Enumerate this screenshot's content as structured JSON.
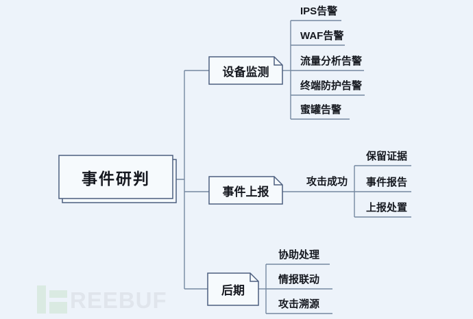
{
  "colors": {
    "background": "#edf3fa",
    "node_fill": "#f6fafd",
    "node_border": "#4c5e7e",
    "line": "#7488a0",
    "text": "#15181f",
    "watermark_green": "#d9eae0",
    "watermark_gray": "#dfe4eb"
  },
  "root": {
    "label": "事件研判"
  },
  "branches": [
    {
      "label": "设备监测",
      "children": [
        "IPS告警",
        "WAF告警",
        "流量分析告警",
        "终端防护告警",
        "蜜罐告警"
      ]
    },
    {
      "label": "事件上报",
      "edge_label": "攻击成功",
      "children": [
        "保留证据",
        "事件报告",
        "上报处置"
      ]
    },
    {
      "label": "后期",
      "children": [
        "协助处理",
        "情报联动",
        "攻击溯源"
      ]
    }
  ],
  "watermark": {
    "brand": "FREEBUF",
    "letters": "REEBUF"
  }
}
